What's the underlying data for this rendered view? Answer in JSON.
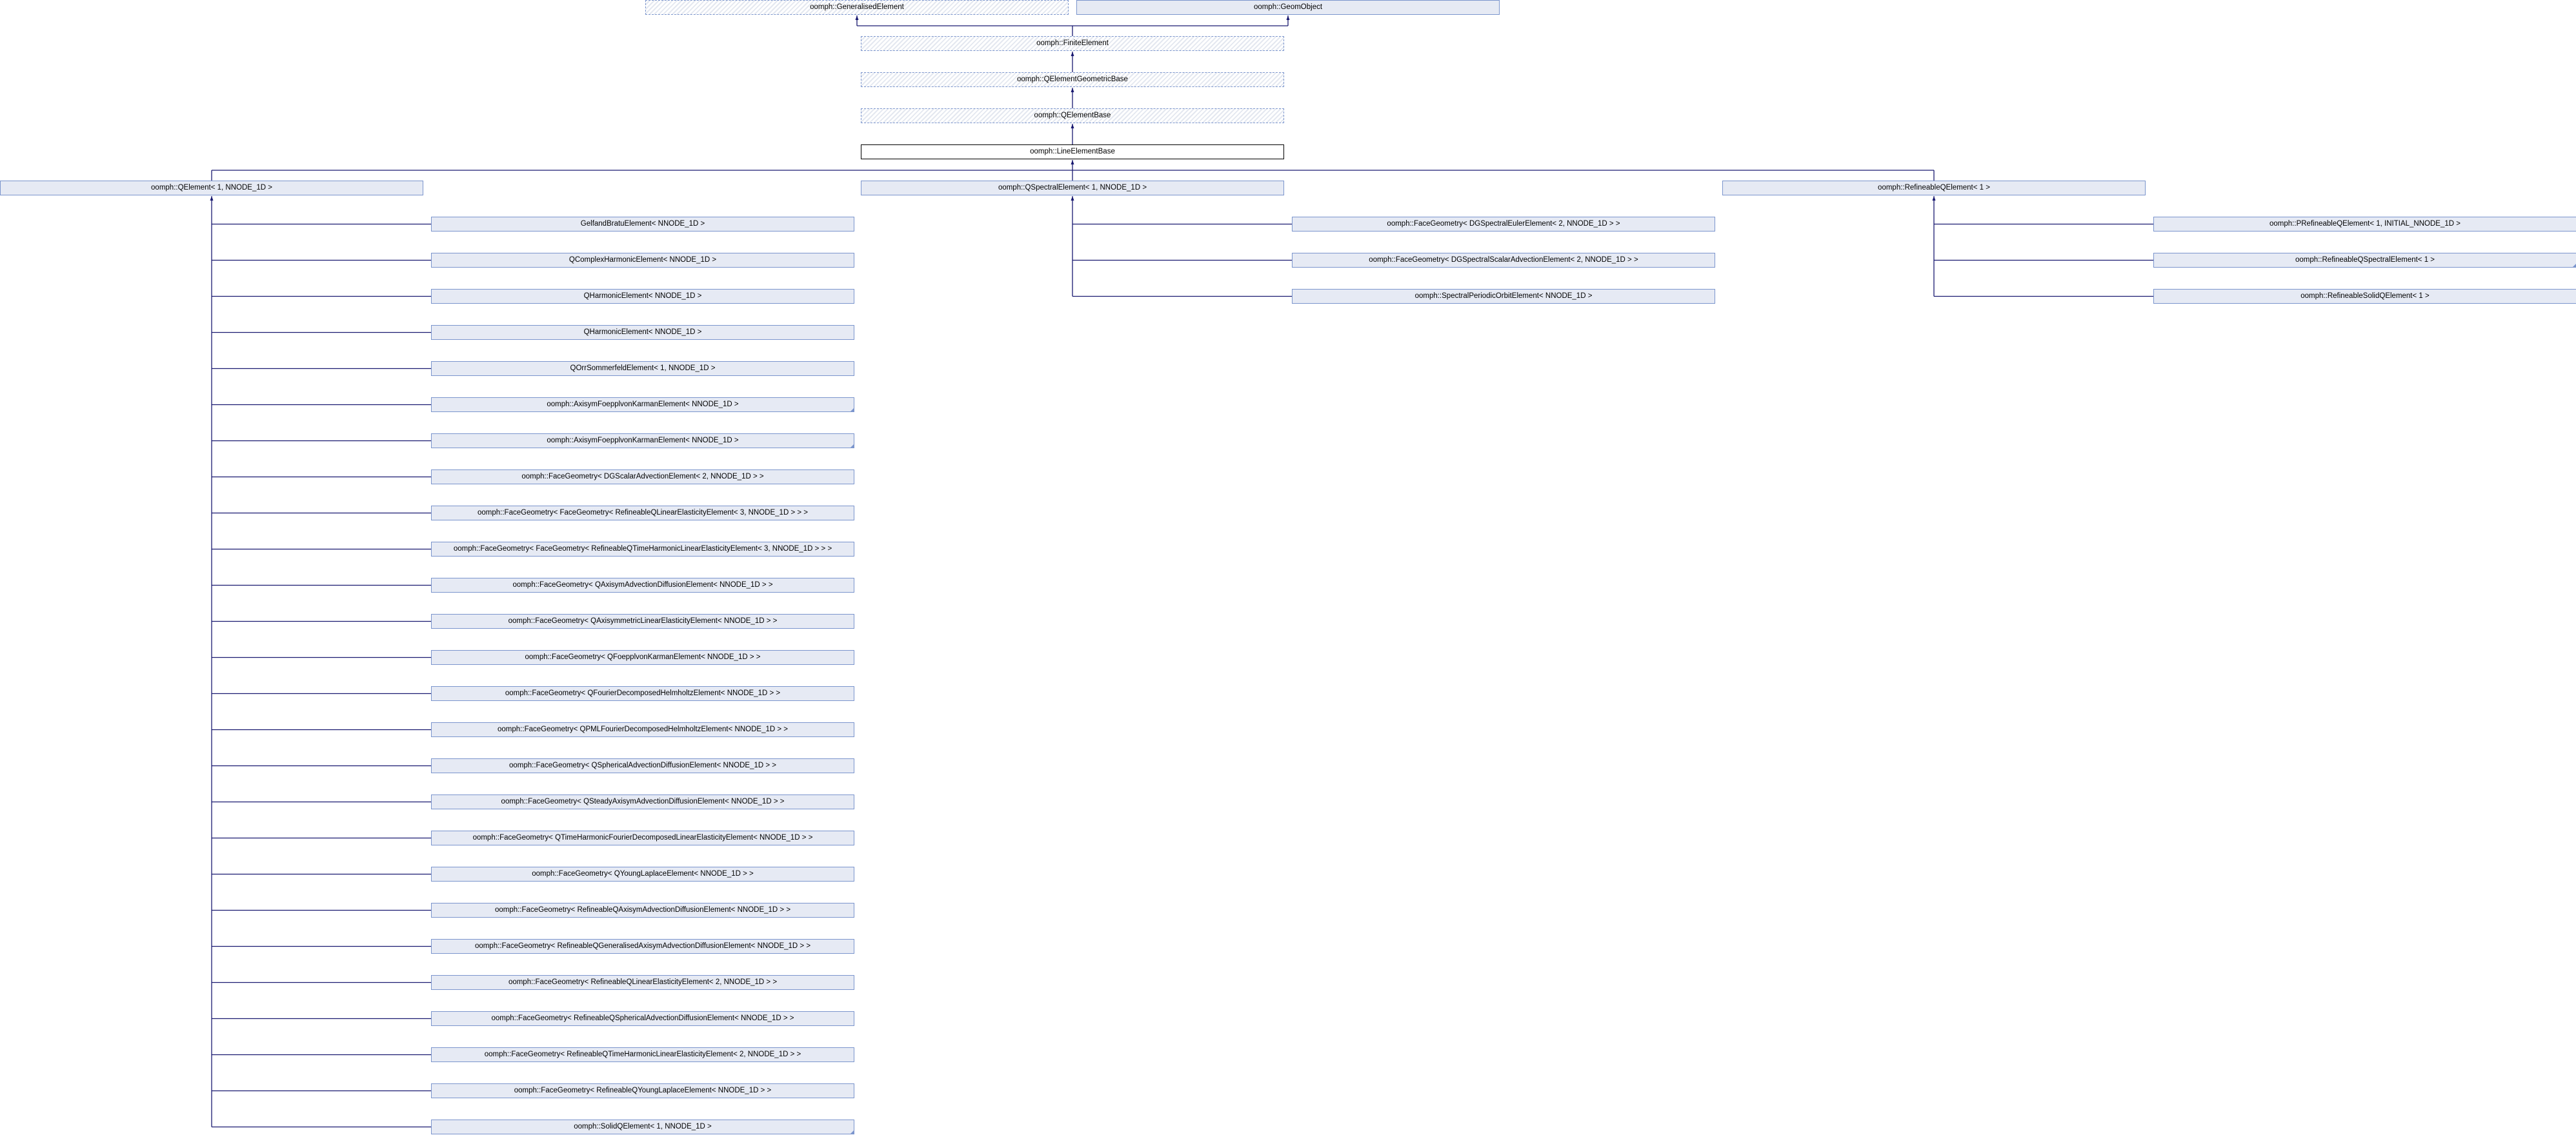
{
  "ancestors": {
    "generalised": "oomph::GeneralisedElement",
    "geom_object": "oomph::GeomObject",
    "finite": "oomph::FiniteElement",
    "qgeom": "oomph::QElementGeometricBase",
    "qbase": "oomph::QElementBase",
    "focus": "oomph::LineElementBase"
  },
  "colors": {
    "edge": "#191970",
    "node_fill": "#e6eaf4",
    "node_border": "#7b95cd"
  },
  "branches": [
    {
      "label": "oomph::QElement< 1, NNODE_1D >",
      "children": [
        {
          "label": "GelfandBratuElement< NNODE_1D >"
        },
        {
          "label": "QComplexHarmonicElement< NNODE_1D >"
        },
        {
          "label": "QHarmonicElement< NNODE_1D >"
        },
        {
          "label": "QHarmonicElement< NNODE_1D >"
        },
        {
          "label": "QOrrSommerfeldElement< 1, NNODE_1D >"
        },
        {
          "label": "oomph::AxisymFoepplvonKarmanElement< NNODE_1D >",
          "more": true
        },
        {
          "label": "oomph::AxisymFoepplvonKarmanElement< NNODE_1D >",
          "more": true
        },
        {
          "label": "oomph::FaceGeometry< DGScalarAdvectionElement< 2, NNODE_1D > >"
        },
        {
          "label": "oomph::FaceGeometry< FaceGeometry< RefineableQLinearElasticityElement< 3, NNODE_1D > > >"
        },
        {
          "label": "oomph::FaceGeometry< FaceGeometry< RefineableQTimeHarmonicLinearElasticityElement< 3, NNODE_1D > > >"
        },
        {
          "label": "oomph::FaceGeometry< QAxisymAdvectionDiffusionElement< NNODE_1D > >"
        },
        {
          "label": "oomph::FaceGeometry< QAxisymmetricLinearElasticityElement< NNODE_1D > >"
        },
        {
          "label": "oomph::FaceGeometry< QFoepplvonKarmanElement< NNODE_1D > >"
        },
        {
          "label": "oomph::FaceGeometry< QFourierDecomposedHelmholtzElement< NNODE_1D > >"
        },
        {
          "label": "oomph::FaceGeometry< QPMLFourierDecomposedHelmholtzElement< NNODE_1D > >"
        },
        {
          "label": "oomph::FaceGeometry< QSphericalAdvectionDiffusionElement< NNODE_1D > >"
        },
        {
          "label": "oomph::FaceGeometry< QSteadyAxisymAdvectionDiffusionElement< NNODE_1D > >"
        },
        {
          "label": "oomph::FaceGeometry< QTimeHarmonicFourierDecomposedLinearElasticityElement< NNODE_1D > >"
        },
        {
          "label": "oomph::FaceGeometry< QYoungLaplaceElement< NNODE_1D > >"
        },
        {
          "label": "oomph::FaceGeometry< RefineableQAxisymAdvectionDiffusionElement< NNODE_1D > >"
        },
        {
          "label": "oomph::FaceGeometry< RefineableQGeneralisedAxisymAdvectionDiffusionElement< NNODE_1D > >"
        },
        {
          "label": "oomph::FaceGeometry< RefineableQLinearElasticityElement< 2, NNODE_1D > >"
        },
        {
          "label": "oomph::FaceGeometry< RefineableQSphericalAdvectionDiffusionElement< NNODE_1D > >"
        },
        {
          "label": "oomph::FaceGeometry< RefineableQTimeHarmonicLinearElasticityElement< 2, NNODE_1D > >"
        },
        {
          "label": "oomph::FaceGeometry< RefineableQYoungLaplaceElement< NNODE_1D > >"
        },
        {
          "label": "oomph::SolidQElement< 1, NNODE_1D >",
          "more": true
        }
      ]
    },
    {
      "label": "oomph::QSpectralElement< 1, NNODE_1D >",
      "children": [
        {
          "label": "oomph::FaceGeometry< DGSpectralEulerElement< 2, NNODE_1D > >"
        },
        {
          "label": "oomph::FaceGeometry< DGSpectralScalarAdvectionElement< 2, NNODE_1D > >"
        },
        {
          "label": "oomph::SpectralPeriodicOrbitElement< NNODE_1D >"
        }
      ]
    },
    {
      "label": "oomph::RefineableQElement< 1 >",
      "children": [
        {
          "label": "oomph::PRefineableQElement< 1, INITIAL_NNODE_1D >"
        },
        {
          "label": "oomph::RefineableQSpectralElement< 1 >",
          "more": true
        },
        {
          "label": "oomph::RefineableSolidQElement< 1 >"
        }
      ]
    }
  ]
}
